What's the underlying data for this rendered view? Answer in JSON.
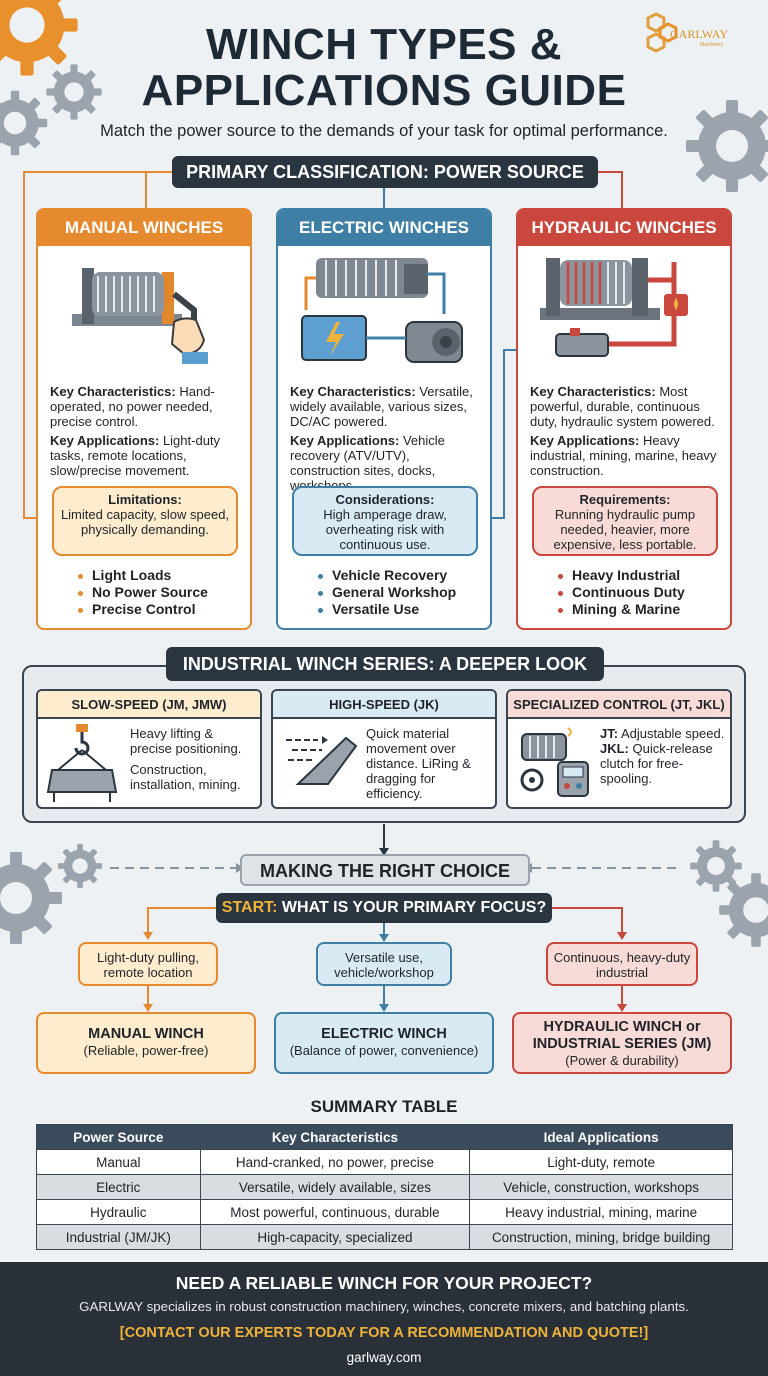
{
  "header": {
    "title_line1": "WINCH TYPES &",
    "title_line2": "APPLICATIONS GUIDE",
    "subtitle": "Match the power source to the demands of your task for optimal performance.",
    "logo_text": "GARLWAY",
    "logo_sub": "Machinery"
  },
  "primary": {
    "banner": "PRIMARY CLASSIFICATION: POWER SOURCE",
    "cards": [
      {
        "title": "MANUAL WINCHES",
        "kc_label": "Key Characteristics:",
        "kc_text": " Hand-operated, no power needed, precise control.",
        "ka_label": "Key Applications:",
        "ka_text": " Light-duty tasks, remote locations, slow/precise movement.",
        "box_title": "Limitations:",
        "box_text": "Limited capacity, slow speed, physically demanding.",
        "bullets": [
          "Light Loads",
          "No Power Source",
          "Precise Control"
        ],
        "color": "#e58a2e",
        "icon": "hand-crank-winch-icon"
      },
      {
        "title": "ELECTRIC WINCHES",
        "kc_label": "Key Characteristics:",
        "kc_text": " Versatile, widely available, various sizes, DC/AC powered.",
        "ka_label": "Key Applications:",
        "ka_text": " Vehicle recovery (ATV/UTV), construction sites, docks, workshops.",
        "box_title": "Considerations:",
        "box_text": "High amperage draw, overheating risk with continuous use.",
        "bullets": [
          "Vehicle Recovery",
          "General Workshop",
          "Versatile Use"
        ],
        "color": "#3f7fa6",
        "icon": "electric-winch-battery-icon"
      },
      {
        "title": "HYDRAULIC WINCHES",
        "kc_label": "Key Characteristics:",
        "kc_text": " Most powerful, durable, continuous duty, hydraulic system powered.",
        "ka_label": "Key Applications:",
        "ka_text": " Heavy industrial, mining, marine, heavy construction.",
        "box_title": "Requirements:",
        "box_text": "Running hydraulic pump needed, heavier, more expensive, less portable.",
        "bullets": [
          "Heavy Industrial",
          "Continuous Duty",
          "Mining & Marine"
        ],
        "color": "#c9473d",
        "icon": "hydraulic-winch-icon"
      }
    ]
  },
  "series": {
    "banner": "INDUSTRIAL WINCH SERIES: A DEEPER LOOK",
    "cards": [
      {
        "title": "SLOW-SPEED (JM, JMW)",
        "p1": "Heavy lifting & precise positioning.",
        "p2": "Construction, installation, mining.",
        "icon": "crane-hook-load-icon"
      },
      {
        "title": "HIGH-SPEED (JK)",
        "p1": "Quick material movement over distance. LiRing & dragging for efficiency.",
        "icon": "speed-lines-icon"
      },
      {
        "title": "SPECIALIZED CONTROL (JT, JKL)",
        "jt_label": "JT:",
        "jt_text": " Adjustable speed.",
        "jkl_label": "JKL:",
        "jkl_text": " Quick-release clutch for free-spooling.",
        "icon": "winch-control-panel-icon"
      }
    ]
  },
  "choice": {
    "banner": "MAKING THE RIGHT CHOICE",
    "start_label": "START:",
    "start_text": " WHAT IS YOUR PRIMARY FOCUS?",
    "options": [
      {
        "q": "Light-duty pulling, remote location",
        "r_title": "MANUAL WINCH",
        "r_sub": "(Reliable, power-free)"
      },
      {
        "q": "Versatile use, vehicle/workshop",
        "r_title": "ELECTRIC WINCH",
        "r_sub": "(Balance of power, convenience)"
      },
      {
        "q": "Continuous, heavy-duty industrial",
        "r_title": "HYDRAULIC WINCH or INDUSTRIAL SERIES (JM)",
        "r_sub": "(Power & durability)"
      }
    ]
  },
  "summary": {
    "title": "SUMMARY TABLE",
    "headers": [
      "Power Source",
      "Key Characteristics",
      "Ideal Applications"
    ],
    "rows": [
      [
        "Manual",
        "Hand-cranked, no power, precise",
        "Light-duty, remote"
      ],
      [
        "Electric",
        "Versatile, widely available, sizes",
        "Vehicle, construction, workshops"
      ],
      [
        "Hydraulic",
        "Most powerful, continuous, durable",
        "Heavy industrial, mining, marine"
      ],
      [
        "Industrial (JM/JK)",
        "High-capacity, specialized",
        "Construction, mining, bridge building"
      ]
    ]
  },
  "footer": {
    "heading": "NEED A RELIABLE WINCH FOR YOUR PROJECT?",
    "text": "GARLWAY specializes in robust construction machinery, winches, concrete mixers, and batching plants.",
    "cta": "[CONTACT OUR EXPERTS TODAY FOR A RECOMMENDATION AND QUOTE!]",
    "url": "garlway.com"
  },
  "colors": {
    "manual": "#e58a2e",
    "electric": "#3f7fa6",
    "hydraulic": "#c9473d",
    "dark": "#2b3540",
    "accent": "#f0b33a"
  }
}
